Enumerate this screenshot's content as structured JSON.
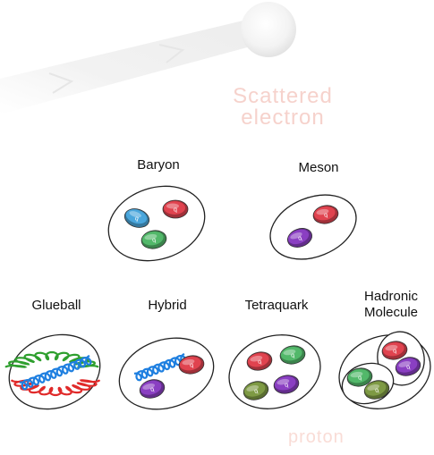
{
  "background": {
    "scattered_label": [
      "Scattered",
      "electron"
    ],
    "proton_label": "proton"
  },
  "hadrons": [
    {
      "id": "baryon",
      "label": "Baryon"
    },
    {
      "id": "meson",
      "label": "Meson"
    },
    {
      "id": "glueball",
      "label": "Glueball"
    },
    {
      "id": "hybrid",
      "label": "Hybrid"
    },
    {
      "id": "tetraquark",
      "label": "Tetraquark"
    },
    {
      "id": "molecule",
      "label": "Hadronic\nMolecule"
    }
  ],
  "quark_label": "q",
  "colors": {
    "red": "#e0434f",
    "green": "#52b86a",
    "blue": "#4aa6dc",
    "purple": "#8a3fc2",
    "olive": "#7e9a44",
    "gluon_blue": "#1e7fe0",
    "gluon_green": "#2e9f2e",
    "gluon_red": "#e02a2a"
  }
}
